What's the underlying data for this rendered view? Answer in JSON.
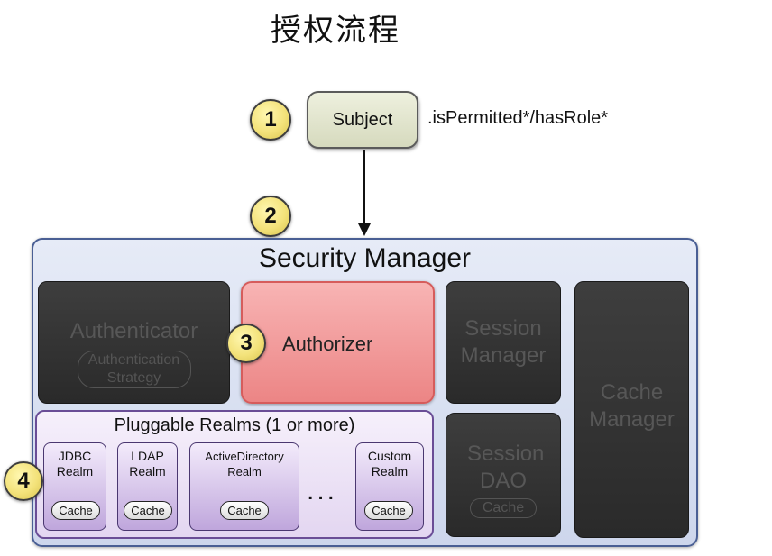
{
  "title": "授权流程",
  "steps": [
    "1",
    "2",
    "3",
    "4"
  ],
  "subject": {
    "label": "Subject",
    "method": ".isPermitted*/hasRole*"
  },
  "security_manager": {
    "title": "Security Manager",
    "authenticator": {
      "label": "Authenticator",
      "strategy": "Authentication Strategy"
    },
    "authorizer": {
      "label": "Authorizer"
    },
    "session_manager": {
      "label": "Session Manager"
    },
    "session_dao": {
      "label": "Session DAO",
      "cache": "Cache"
    },
    "cache_manager": {
      "label": "Cache Manager"
    },
    "pluggable_realms": {
      "title": "Pluggable Realms (1 or more)",
      "realms": [
        {
          "name": "JDBC Realm",
          "cache": "Cache"
        },
        {
          "name": "LDAP Realm",
          "cache": "Cache"
        },
        {
          "name": "ActiveDirectory Realm",
          "cache": "Cache"
        },
        {
          "name": "Custom Realm",
          "cache": "Cache"
        }
      ],
      "ellipsis": "..."
    }
  },
  "colors": {
    "step_circle": "#f3e27a",
    "subject_box": "#e2e5cc",
    "security_manager_bg": "#d9e0f1",
    "authorizer_bg": "#f29a9a",
    "dark_component": "#333333",
    "realms_bg": "#ece3f6",
    "realm_item": "#d2bfe8"
  }
}
